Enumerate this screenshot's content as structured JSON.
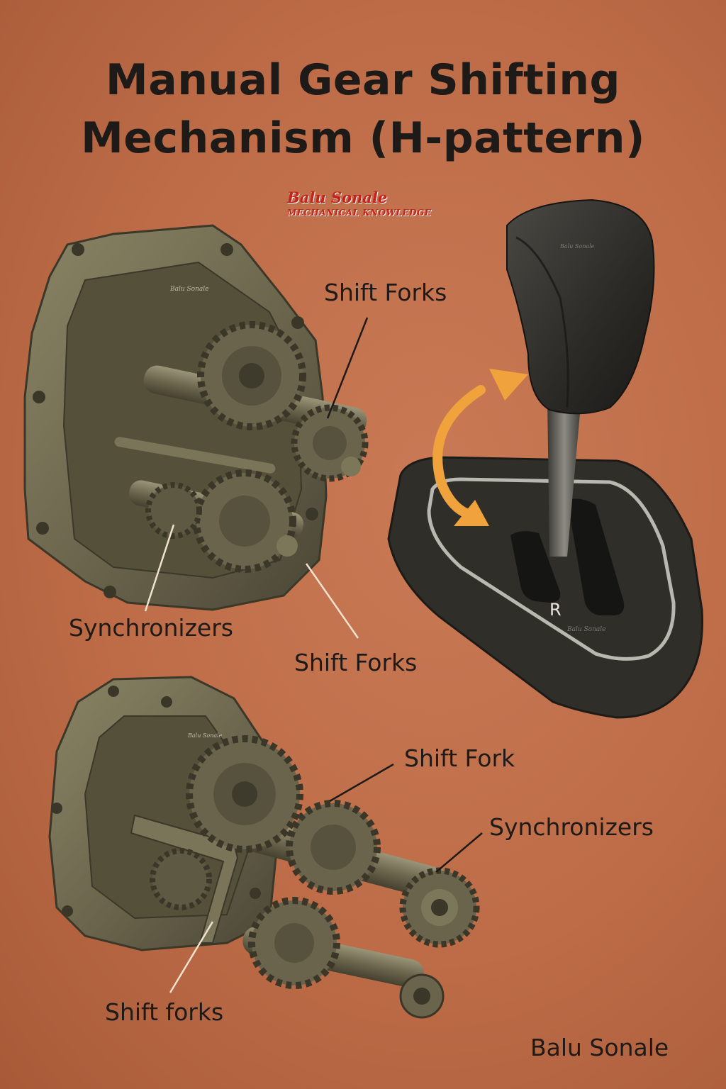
{
  "title": {
    "line1": "Manual Gear Shifting",
    "line2": "Mechanism (H-pattern)"
  },
  "logo": {
    "name": "Balu Sonale",
    "tagline": "MECHANICAL KNOWLEDGE"
  },
  "labels": {
    "shift_forks_top": "Shift Forks",
    "synchronizers_left": "Synchronizers",
    "shift_forks_mid": "Shift Forks",
    "shift_fork_bottom": "Shift Fork",
    "synchronizers_bottom": "Synchronizers",
    "shift_forks_lower": "Shift forks"
  },
  "shifter": {
    "gate_label": "R"
  },
  "signature": "Balu Sonale",
  "colors": {
    "background": "#bd6c47",
    "metal": "#6e6850",
    "knob": "#2b2a26",
    "arrow": "#f0a23c",
    "text": "#1e1a17"
  }
}
